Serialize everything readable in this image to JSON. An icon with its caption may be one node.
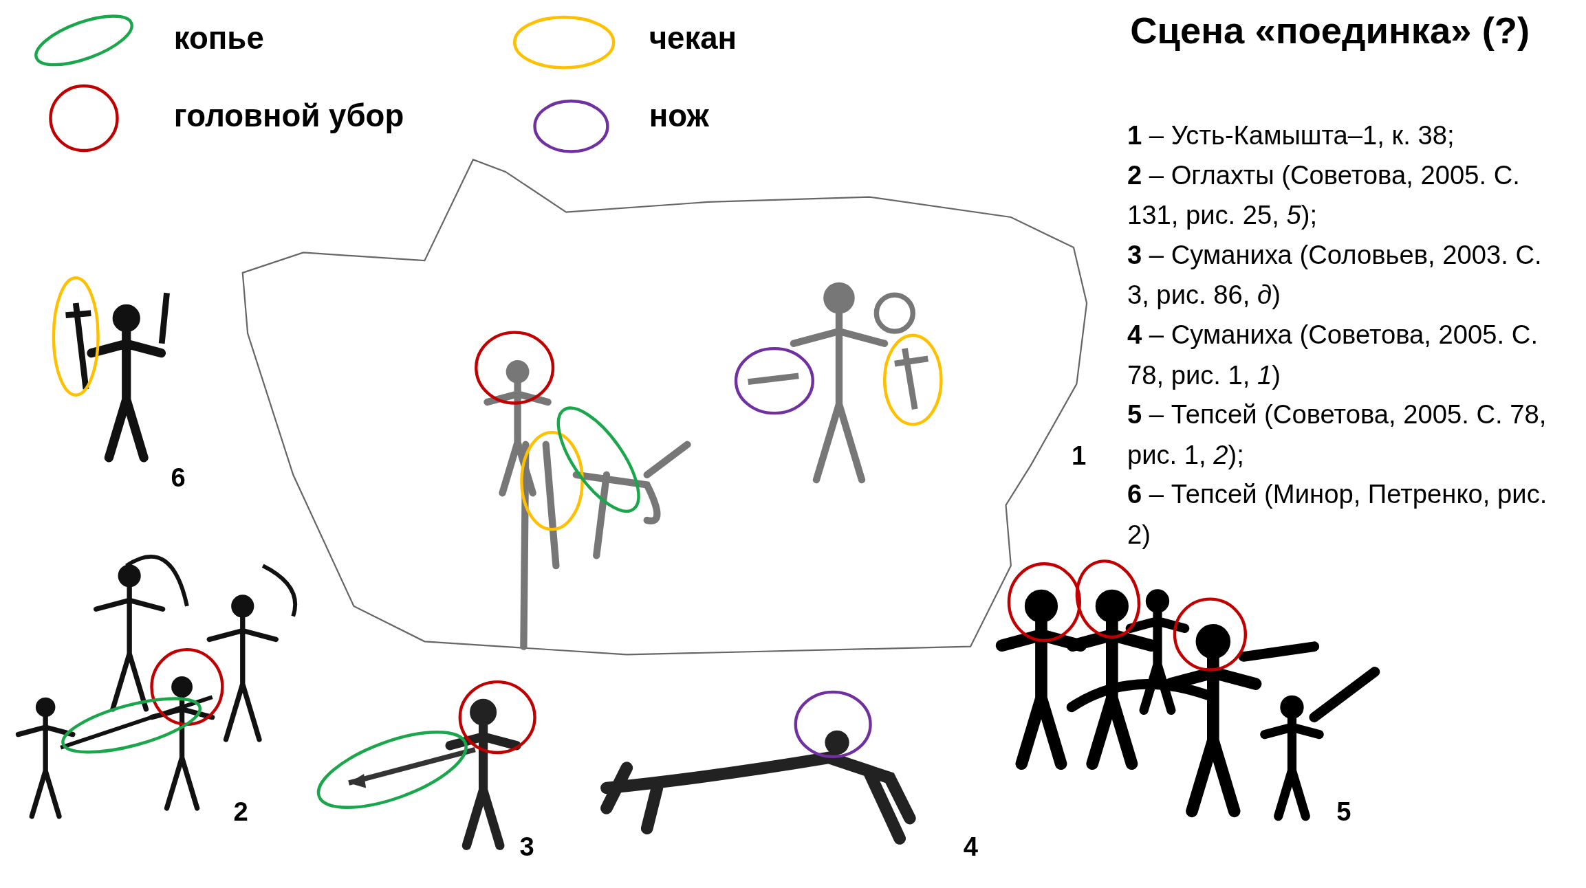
{
  "diagram": {
    "title": "Сцена «поединка» (?)",
    "labels": [
      "**1** – Усть-Камышта–1, к. 38;",
      "**2** – Оглахты (Советова, 2005. С. 131, рис. 25, *5*);",
      "**3** – Суманиха (Соловьев, 2003. С. 3, рис. 86, *д*)",
      "**4** – Суманиха (Советова, 2005. С. 78, рис. 1, *1*)",
      "**5** – Тепсей (Советова, 2005. С. 78, рис. 1, *2*);",
      "**6** – Тепсей (Минор, Петренко, рис. 2)",
      "1",
      "6",
      "2",
      "5",
      "3",
      "4"
    ],
    "legend": [
      {
        "text": "копье",
        "color": "#1aa64a"
      },
      {
        "text": "головной убор",
        "color": "#c00000"
      },
      {
        "text": "чекан",
        "color": "#ffc000"
      },
      {
        "text": "нож",
        "color": "#7030a0"
      }
    ]
  }
}
